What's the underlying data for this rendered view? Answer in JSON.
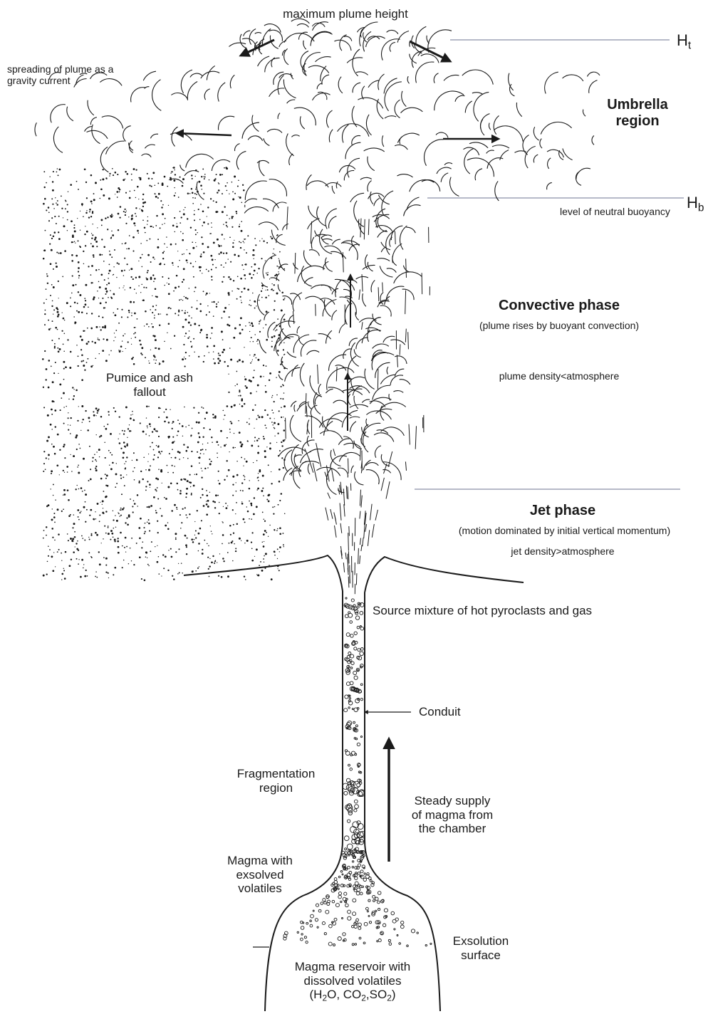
{
  "labels": {
    "max_height": "maximum plume height",
    "ht_label": "H",
    "ht_sub": "t",
    "spreading_1": "spreading of plume as a",
    "spreading_2": "gravity current",
    "umbrella_1": "Umbrella",
    "umbrella_2": "region",
    "hb_label": "H",
    "hb_sub": "b",
    "neutral_buoyancy": "level of neutral buoyancy",
    "convective_title": "Convective phase",
    "convective_desc": "(plume rises by buoyant convection)",
    "plume_density": "plume density<atmosphere",
    "fallout_1": "Pumice and ash",
    "fallout_2": "fallout",
    "jet_title": "Jet phase",
    "jet_desc": "(motion dominated by initial vertical momentum)",
    "jet_density": "jet density>atmosphere",
    "source_mixture": "Source mixture of hot pyroclasts and gas",
    "conduit": "Conduit",
    "fragmentation_1": "Fragmentation",
    "fragmentation_2": "region",
    "supply_1": "Steady supply",
    "supply_2": "of magma from",
    "supply_3": "the chamber",
    "exsolved_1": "Magma with",
    "exsolved_2": "exsolved",
    "exsolved_3": "volatiles",
    "exsolution_1": "Exsolution",
    "exsolution_2": "surface",
    "reservoir_1": "Magma reservoir with",
    "reservoir_2": "dissolved volatiles",
    "reservoir_3_open": "(H",
    "reservoir_3_sub1": "2",
    "reservoir_3_mid1": "O, CO",
    "reservoir_3_sub2": "2",
    "reservoir_3_mid2": ",SO",
    "reservoir_3_sub3": "2",
    "reservoir_3_close": ")"
  },
  "colors": {
    "ink": "#1a1a1a",
    "guide_line": "#8a8fa8"
  }
}
